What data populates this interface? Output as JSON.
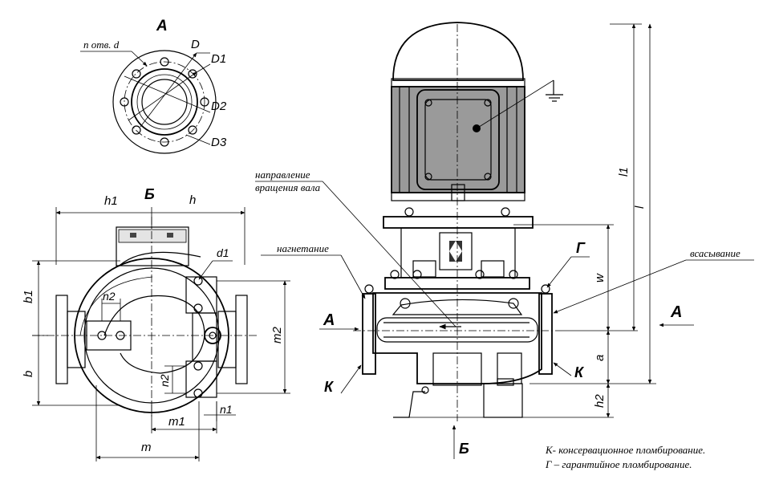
{
  "views": {
    "flange_view_letter": "А",
    "section_letter": "Б"
  },
  "flange_labels": {
    "holes": "n  отв. d",
    "D": "D",
    "D1": "D1",
    "D2": "D2",
    "D3": "D3"
  },
  "top_view_dims": {
    "h1": "h1",
    "h": "h",
    "d1": "d1",
    "b1": "b1",
    "b": "b",
    "n2_top": "n2",
    "n2_side": "n2",
    "m2": "m2",
    "m1": "m1",
    "n1": "n1",
    "m": "m"
  },
  "side_view_labels": {
    "direction_line1": "направление",
    "direction_line2": "вращения вала",
    "discharge": "нагнетание",
    "suction": "всасывание",
    "arrow_A_left": "А",
    "arrow_A_right": "А",
    "seal_G": "Г",
    "seal_K_left": "К",
    "seal_K_right": "К",
    "arrow_B_bottom": "Б"
  },
  "side_view_dims": {
    "l1": "l1",
    "l": "l",
    "w": "w",
    "a": "a",
    "h2": "h2"
  },
  "notes": {
    "line1": "К- консервационное пломбирование.",
    "line2": "Г – гарантийное пломбирование."
  }
}
